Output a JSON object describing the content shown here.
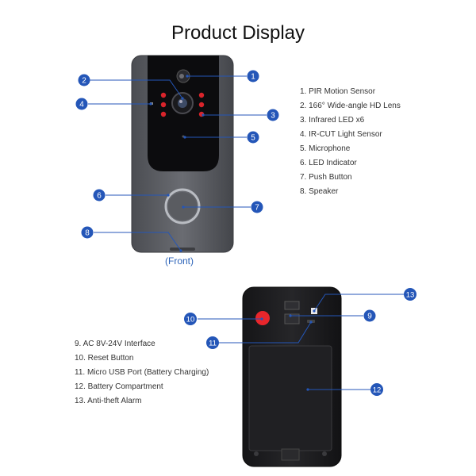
{
  "title": "Product Display",
  "front_label": "(Front)",
  "front_items": [
    "1. PIR Motion Sensor",
    "2. 166° Wide-angle HD Lens",
    "3. Infrared LED x6",
    "4. IR-CUT Light Sensor",
    "5. Microphone",
    "6. LED Indicator",
    "7. Push Button",
    "8. Speaker"
  ],
  "back_items": [
    "9. AC 8V-24V Interface",
    "10. Reset Button",
    "11. Micro USB Port (Battery Charging)",
    "12. Battery Compartment",
    "13. Anti-theft Alarm"
  ],
  "callouts": [
    "1",
    "2",
    "3",
    "4",
    "5",
    "6",
    "7",
    "8",
    "9",
    "10",
    "11",
    "12",
    "13"
  ],
  "colors": {
    "callout": "#2456b8",
    "ir_led": "#d9242b",
    "reset": "#e8262c",
    "body_front": "#5e6066",
    "body_back": "#1c1c1e"
  }
}
